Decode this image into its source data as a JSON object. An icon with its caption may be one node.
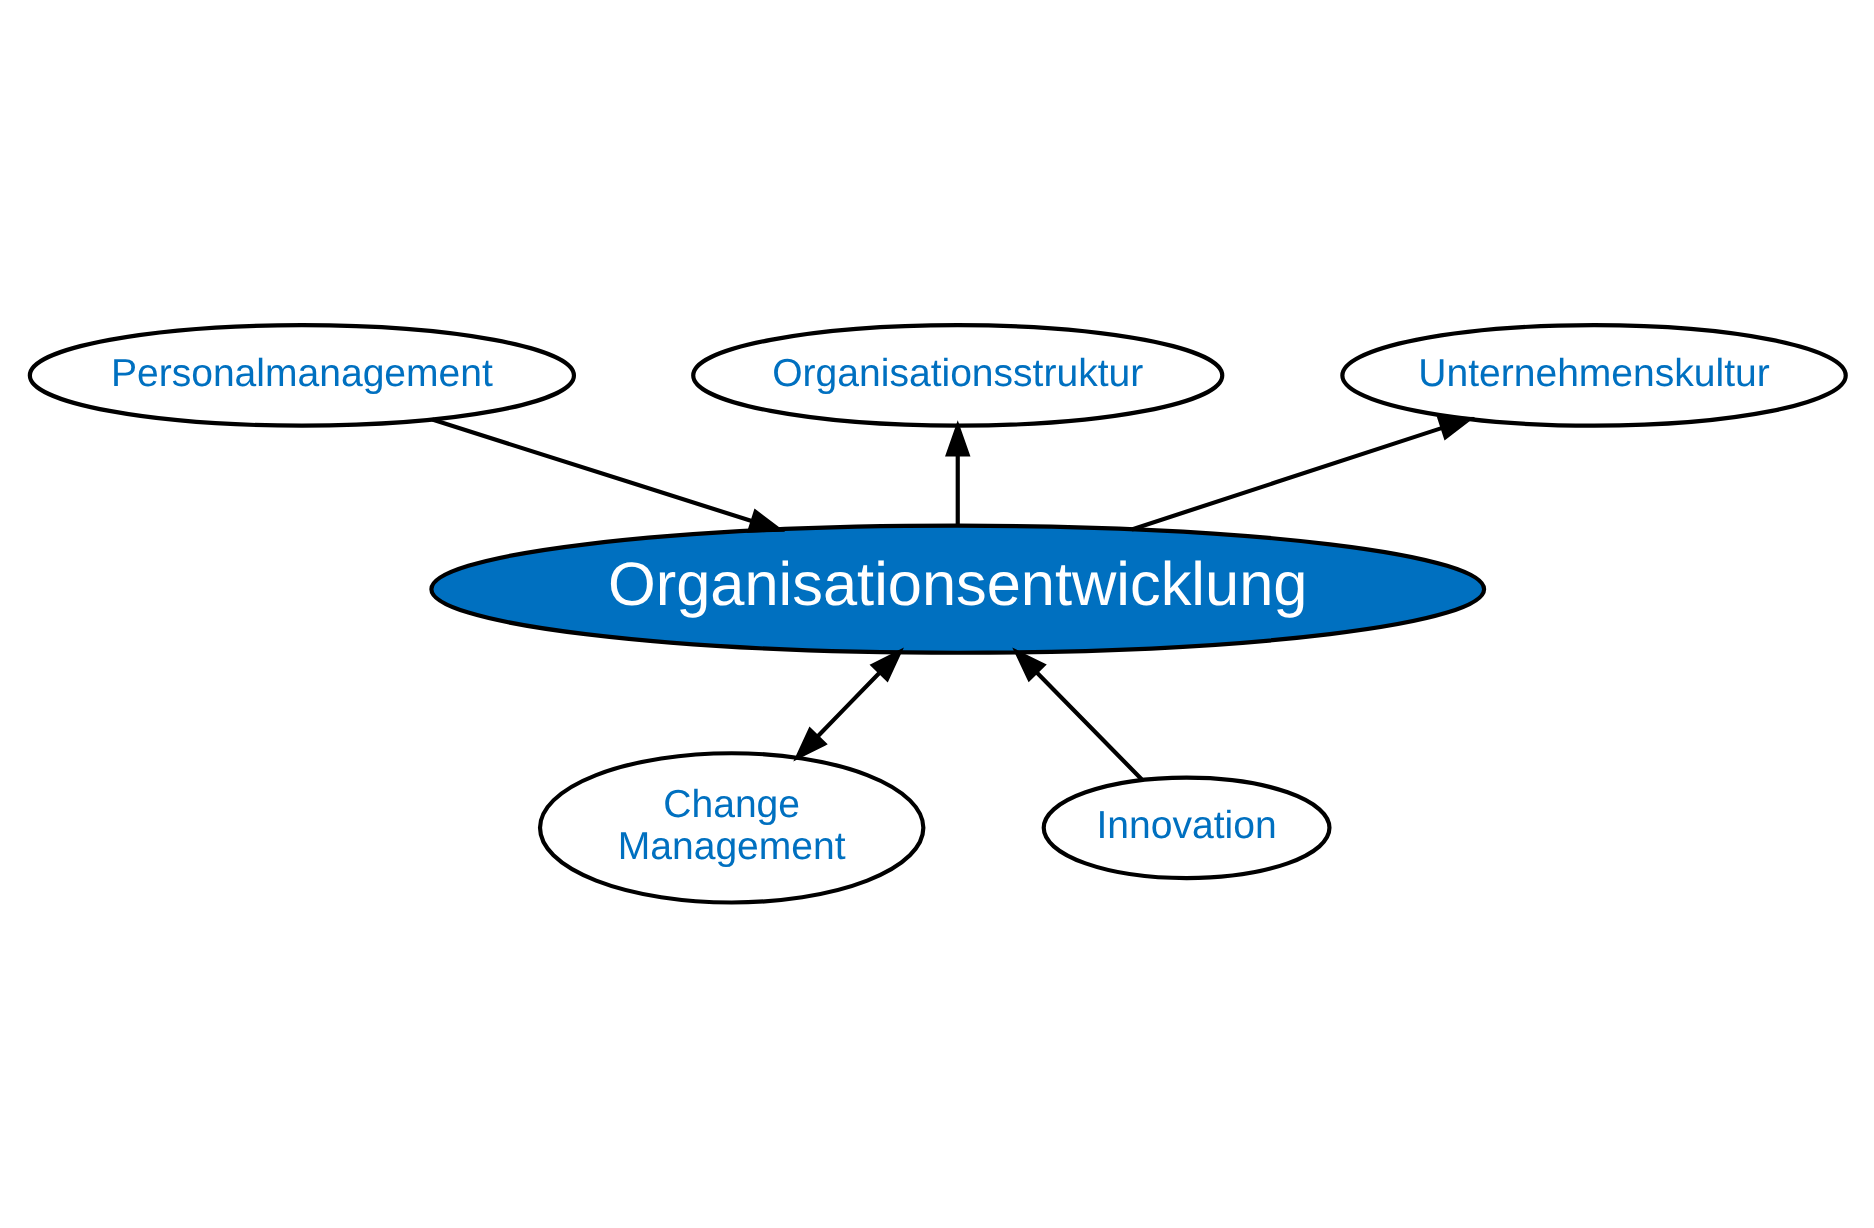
{
  "diagram": {
    "nodes": [
      {
        "text": [
          "Personalmanagement"
        ]
      },
      {
        "text": [
          "Organisationsstruktur"
        ]
      },
      {
        "text": [
          "Unternehmenskultur"
        ]
      },
      {
        "text": [
          "Organisationsentwicklung"
        ]
      },
      {
        "text": [
          "Change Management"
        ]
      },
      {
        "text": [
          "Innovation"
        ]
      }
    ],
    "edges": [
      {
        "from": 0,
        "to": 3,
        "arrow": "to"
      },
      {
        "from": 3,
        "to": 1,
        "arrow": "to"
      },
      {
        "from": 3,
        "to": 2,
        "arrow": "to"
      },
      {
        "from": 3,
        "to": 4,
        "arrow": "both"
      },
      {
        "from": 5,
        "to": 3,
        "arrow": "to"
      }
    ]
  }
}
